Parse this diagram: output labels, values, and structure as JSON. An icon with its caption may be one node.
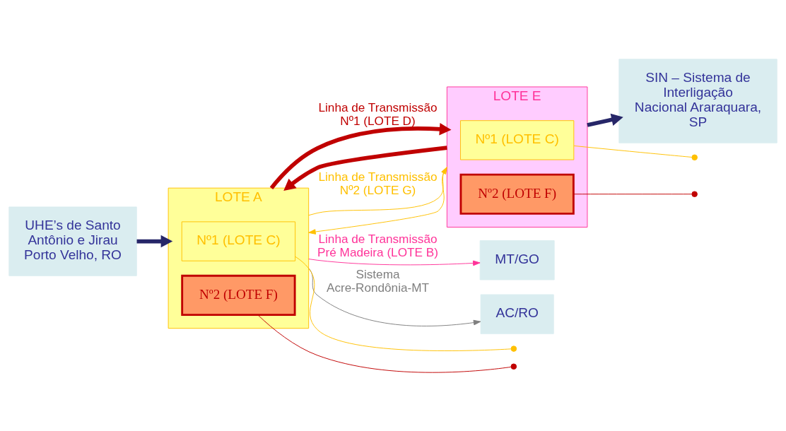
{
  "diagram": {
    "nodes": [
      {
        "text": [
          "UHE’s de Santo Antônio e Jirau Porto Velho, RO"
        ]
      },
      {
        "text": [
          "LOTE A"
        ]
      },
      {
        "text": [
          "Nº1 (LOTE C)"
        ],
        "in": 1
      },
      {
        "text": [
          "Nº2 (LOTE F)"
        ],
        "in": 1
      },
      {
        "text": [
          "LOTE E"
        ]
      },
      {
        "text": [
          "Nº1 (LOTE C)"
        ],
        "in": 4
      },
      {
        "text": [
          "Nº2 (LOTE F)"
        ],
        "in": 4
      },
      {
        "text": [
          "SIN – Sistema de Interligação Nacional Araraquara, SP"
        ]
      },
      {
        "text": [
          "MT/GO"
        ]
      },
      {
        "text": [
          "AC/RO"
        ]
      }
    ],
    "edges": [
      {
        "from": 0,
        "to": 1,
        "arrow": "to",
        "style": "thick",
        "color": "#262668"
      },
      {
        "from": 1,
        "to": 4,
        "arrow": "to",
        "label": "Linha de Transmissão Nº1 (LOTE D)",
        "style": "thick",
        "color": "#c00000"
      },
      {
        "from": 4,
        "to": 1,
        "arrow": "to",
        "style": "thick",
        "color": "#c00000"
      },
      {
        "from": 1,
        "to": 4,
        "arrow": "to",
        "label": "Linha de Transmissão Nº2 (LOTE G)",
        "color": "#ffc000"
      },
      {
        "from": 4,
        "to": 1,
        "arrow": "to",
        "color": "#ffc000"
      },
      {
        "from": 1,
        "to": 8,
        "arrow": "to",
        "label": "Linha de Transmissão Pré Madeira (LOTE B)",
        "color": "#ff3399"
      },
      {
        "from": 1,
        "to": 9,
        "arrow": "to",
        "label": "Sistema Acre-Rondônia-MT",
        "color": "#7f7f7f"
      },
      {
        "from": 2,
        "to": null,
        "arrow": "other",
        "color": "#ffc000"
      },
      {
        "from": 3,
        "to": null,
        "arrow": "other",
        "color": "#c00000"
      },
      {
        "from": 5,
        "to": null,
        "arrow": "other",
        "color": "#ffc000"
      },
      {
        "from": 6,
        "to": null,
        "arrow": "other",
        "color": "#c00000"
      },
      {
        "from": 4,
        "to": 7,
        "arrow": "to",
        "style": "thick",
        "color": "#262668"
      }
    ]
  }
}
